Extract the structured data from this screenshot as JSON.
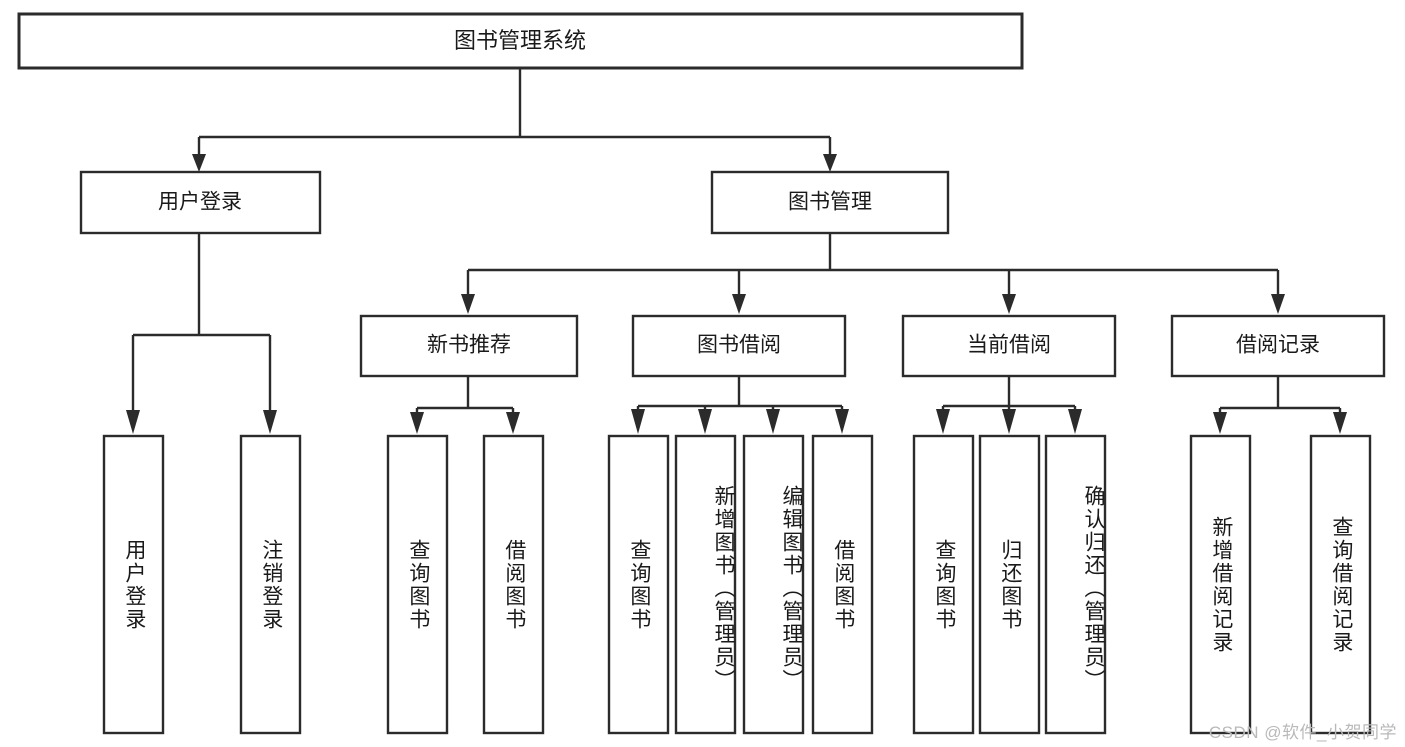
{
  "diagram": {
    "type": "tree-hierarchy",
    "title": "图书管理系统",
    "orientation": "top-down",
    "root": {
      "label": "图书管理系统"
    },
    "level1": [
      {
        "label": "用户登录"
      },
      {
        "label": "图书管理"
      }
    ],
    "level2": [
      {
        "label": "新书推荐"
      },
      {
        "label": "图书借阅"
      },
      {
        "label": "当前借阅"
      },
      {
        "label": "借阅记录"
      }
    ],
    "leaves": {
      "user_login": [
        {
          "label": "用户登录"
        },
        {
          "label": "注销登录"
        }
      ],
      "new_book_recommend": [
        {
          "label": "查询图书"
        },
        {
          "label": "借阅图书"
        }
      ],
      "book_borrow": [
        {
          "label": "查询图书"
        },
        {
          "label": "新增图书（管理员）"
        },
        {
          "label": "编辑图书（管理员）"
        },
        {
          "label": "借阅图书"
        }
      ],
      "current_borrow": [
        {
          "label": "查询图书"
        },
        {
          "label": "归还图书"
        },
        {
          "label": "确认归还（管理员）"
        }
      ],
      "borrow_record": [
        {
          "label": "新增借阅记录"
        },
        {
          "label": "查询借阅记录"
        }
      ]
    }
  },
  "watermark": {
    "text": "CSDN @软件_小贺同学"
  },
  "colors": {
    "stroke": "#2b2b2b",
    "fill": "#ffffff",
    "text": "#1a1a1a",
    "watermark": "#b9b9b9"
  }
}
